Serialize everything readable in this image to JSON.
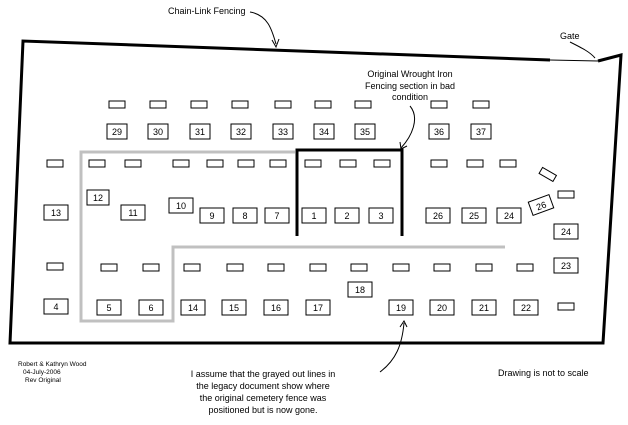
{
  "annotations": {
    "chain_link": "Chain-Link Fencing",
    "gate": "Gate",
    "wrought_iron": [
      "Original Wrought Iron",
      "Fencing section in bad",
      "condition"
    ],
    "grayed": [
      "I assume that the grayed out lines in",
      "the legacy document show where",
      "the original cemetery fence was",
      "positioned but is now gone."
    ],
    "scale_note": "Drawing is not to scale",
    "credits": [
      "Robert & Kathryn Wood",
      "04-July-2006",
      "Rev Original"
    ]
  },
  "plots": [
    {
      "id": "p29",
      "label": "29"
    },
    {
      "id": "p30",
      "label": "30"
    },
    {
      "id": "p31",
      "label": "31"
    },
    {
      "id": "p32",
      "label": "32"
    },
    {
      "id": "p33",
      "label": "33"
    },
    {
      "id": "p34",
      "label": "34"
    },
    {
      "id": "p35",
      "label": "35"
    },
    {
      "id": "p36",
      "label": "36"
    },
    {
      "id": "p37",
      "label": "37"
    },
    {
      "id": "p12",
      "label": "12"
    },
    {
      "id": "p11",
      "label": "11"
    },
    {
      "id": "p10",
      "label": "10"
    },
    {
      "id": "p13",
      "label": "13"
    },
    {
      "id": "p9",
      "label": "9"
    },
    {
      "id": "p8",
      "label": "8"
    },
    {
      "id": "p7",
      "label": "7"
    },
    {
      "id": "p1",
      "label": "1"
    },
    {
      "id": "p2",
      "label": "2"
    },
    {
      "id": "p3",
      "label": "3"
    },
    {
      "id": "p26a",
      "label": "26"
    },
    {
      "id": "p25",
      "label": "25"
    },
    {
      "id": "p24a",
      "label": "24"
    },
    {
      "id": "p26b",
      "label": "26"
    },
    {
      "id": "p24b",
      "label": "24"
    },
    {
      "id": "p23",
      "label": "23"
    },
    {
      "id": "p18",
      "label": "18"
    },
    {
      "id": "p4",
      "label": "4"
    },
    {
      "id": "p5",
      "label": "5"
    },
    {
      "id": "p6",
      "label": "6"
    },
    {
      "id": "p14",
      "label": "14"
    },
    {
      "id": "p15",
      "label": "15"
    },
    {
      "id": "p16",
      "label": "16"
    },
    {
      "id": "p17",
      "label": "17"
    },
    {
      "id": "p19",
      "label": "19"
    },
    {
      "id": "p20",
      "label": "20"
    },
    {
      "id": "p21",
      "label": "21"
    },
    {
      "id": "p22",
      "label": "22"
    }
  ]
}
